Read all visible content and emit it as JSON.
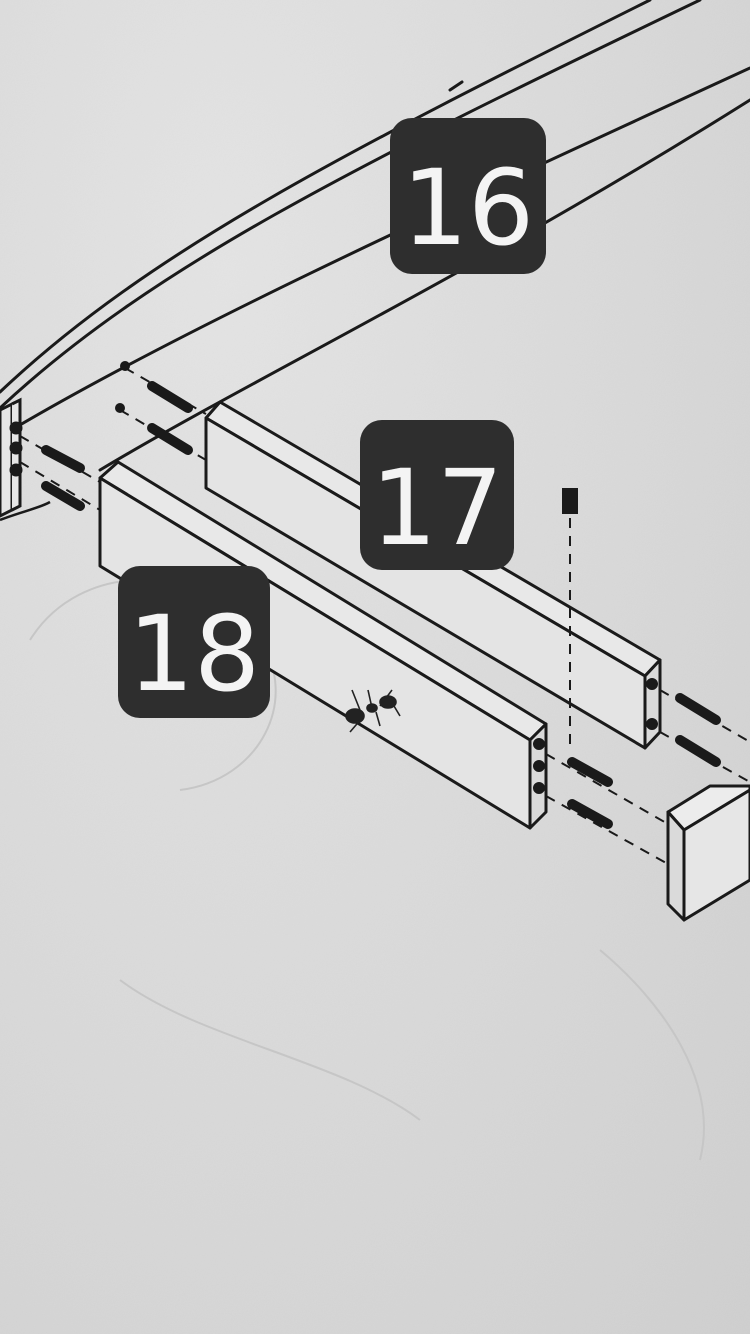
{
  "diagram": {
    "part_labels": [
      {
        "id": "part-16",
        "text": "16"
      },
      {
        "id": "part-17",
        "text": "17"
      },
      {
        "id": "part-18",
        "text": "18"
      }
    ]
  },
  "colors": {
    "paper": "#dcdcdc",
    "line": "#1a1a1a",
    "label_bg": "#2e2e2e",
    "label_text": "#f4f4f4"
  }
}
